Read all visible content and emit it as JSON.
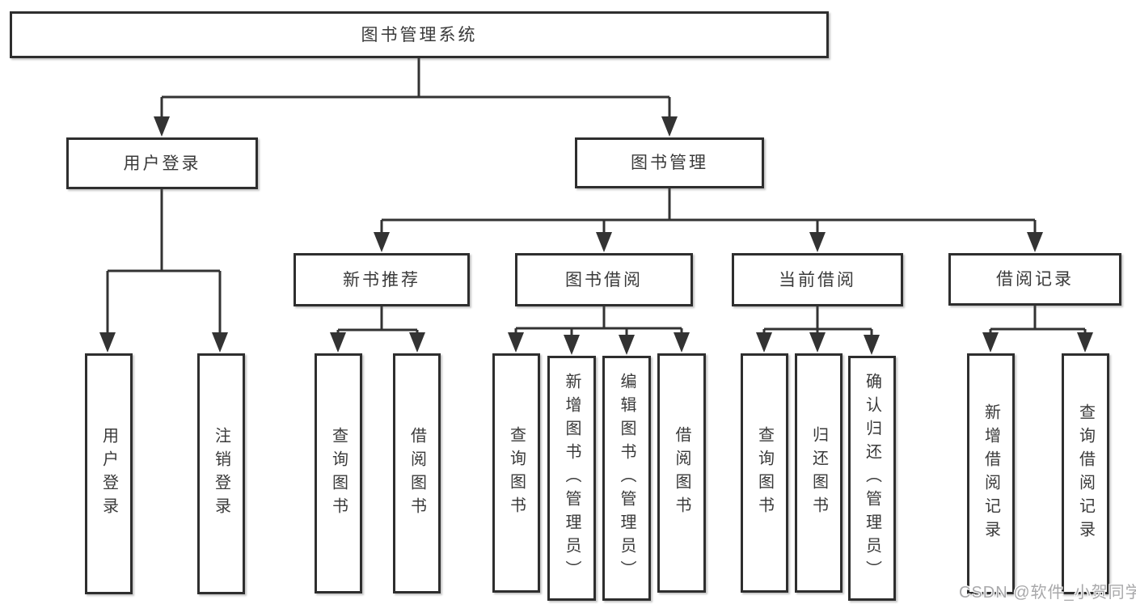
{
  "diagram": {
    "type": "hierarchy-tree",
    "colors": {
      "line": "#333333",
      "box_border": "#2e2e2e",
      "text": "#3a3a3a",
      "background": "#ffffff",
      "watermark": "#a8a8aa"
    }
  },
  "tree": {
    "label": "图书管理系统",
    "children": [
      {
        "label": "用户登录",
        "children": [
          {
            "label": "用户登录"
          },
          {
            "label": "注销登录"
          }
        ]
      },
      {
        "label": "图书管理",
        "children": [
          {
            "label": "新书推荐",
            "children": [
              {
                "label": "查询图书"
              },
              {
                "label": "借阅图书"
              }
            ]
          },
          {
            "label": "图书借阅",
            "children": [
              {
                "label": "查询图书"
              },
              {
                "label": "新增图书（管理员）"
              },
              {
                "label": "编辑图书（管理员）"
              },
              {
                "label": "借阅图书"
              }
            ]
          },
          {
            "label": "当前借阅",
            "children": [
              {
                "label": "查询图书"
              },
              {
                "label": "归还图书"
              },
              {
                "label": "确认归还（管理员）"
              }
            ]
          },
          {
            "label": "借阅记录",
            "children": [
              {
                "label": "新增借阅记录"
              },
              {
                "label": "查询借阅记录"
              }
            ]
          }
        ]
      }
    ]
  },
  "watermark": {
    "text": "CSDN @软件_小贺同学"
  }
}
